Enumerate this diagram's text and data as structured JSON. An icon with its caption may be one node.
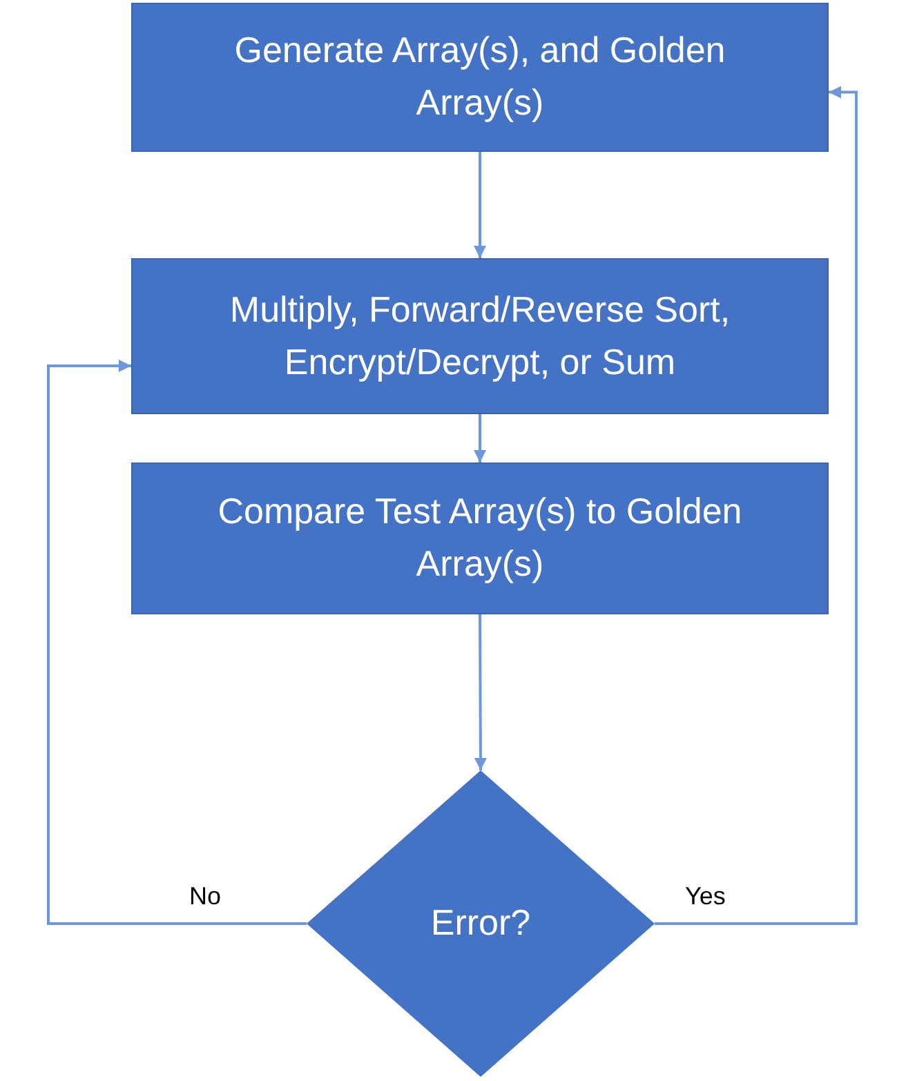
{
  "diagram": {
    "nodes": [
      {
        "text": [
          "Generate Array(s), and Golden Array(s)"
        ]
      },
      {
        "text": [
          "Multiply, Forward/Reverse Sort, Encrypt/Decrypt, or Sum"
        ]
      },
      {
        "text": [
          "Compare Test Array(s) to Golden Array(s)"
        ]
      },
      {
        "text": [
          "Error?"
        ]
      }
    ],
    "edges": [
      {
        "from": 0,
        "to": 1,
        "arrow": "to"
      },
      {
        "from": 1,
        "to": 2,
        "arrow": "to"
      },
      {
        "from": 2,
        "to": 3,
        "arrow": "to"
      },
      {
        "from": 3,
        "to": 1,
        "arrow": "to",
        "label": "No"
      },
      {
        "from": 3,
        "to": 0,
        "arrow": "to",
        "label": "Yes"
      }
    ]
  }
}
